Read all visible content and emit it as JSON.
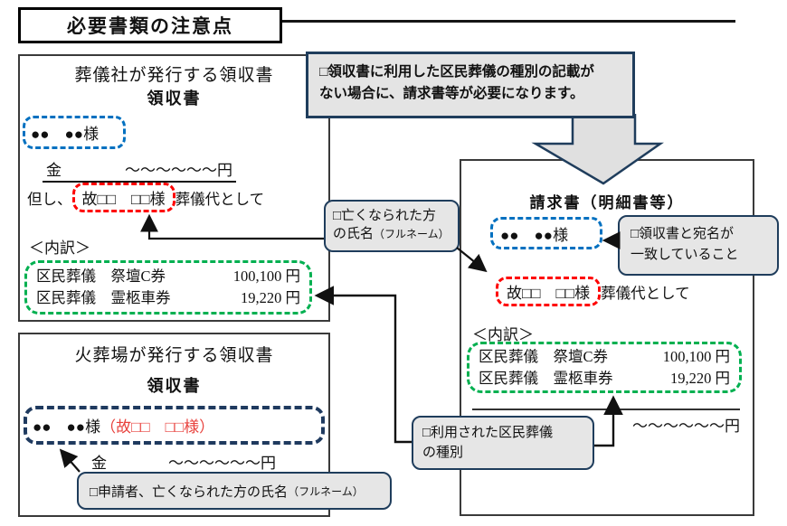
{
  "page": {
    "title": "必要書類の注意点"
  },
  "colors": {
    "accent_navy": "#1f3d5c",
    "callout_bg": "#e6e6e6",
    "blue_dash": "#0070c0",
    "red_dash": "#fe0000",
    "green_dash": "#00b050",
    "navy_dash": "#1f3a5f",
    "red_text": "#e8413c"
  },
  "note_callout": {
    "line1": "□領収書に利用した区民葬儀の種別の記載が",
    "line2": "ない場合に、請求書等が必要になります。"
  },
  "funeral_receipt": {
    "caption": "葬儀社が発行する領収書",
    "doc_title": "領収書",
    "addressee": "●●　●●様",
    "amount_prefix": "金",
    "amount_value": "～～～～～～円",
    "proviso_prefix": "但し、",
    "deceased_name": "故□□　□□様",
    "proviso_suffix": "葬儀代として",
    "breakdown_label": "＜内訳＞",
    "items": [
      {
        "name": "区民葬儀　祭壇C券",
        "amount": "100,100 円"
      },
      {
        "name": "区民葬儀　霊柩車券",
        "amount": "19,220 円"
      }
    ]
  },
  "crematory_receipt": {
    "caption": "火葬場が発行する領収書",
    "doc_title": "領収書",
    "addressee": "●●　●●様",
    "addressee_deceased": "（故□□　□□様）",
    "amount_prefix": "金",
    "amount_value": "～～～～～～円"
  },
  "invoice": {
    "doc_title": "請求書（明細書等）",
    "addressee": "●●　●●様",
    "deceased_name": "故□□　□□様",
    "proviso_suffix": "葬儀代として",
    "breakdown_label": "＜内訳＞",
    "items": [
      {
        "name": "区民葬儀　祭壇C券",
        "amount": "100,100 円"
      },
      {
        "name": "区民葬儀　霊柩車券",
        "amount": "19,220 円"
      }
    ],
    "amount_value": "～～～～～～円"
  },
  "callouts": {
    "deceased": {
      "line1": "□亡くなられた方",
      "line2": "の氏名",
      "note": "（フルネーム）"
    },
    "match": {
      "line1": "□領収書と宛名が",
      "line2": "一致していること"
    },
    "type": {
      "line1": "□利用された区民葬儀",
      "line2": "の種別"
    },
    "applicant": {
      "text": "□申請者、亡くなられた方の氏名",
      "note": "（フルネーム）"
    }
  }
}
